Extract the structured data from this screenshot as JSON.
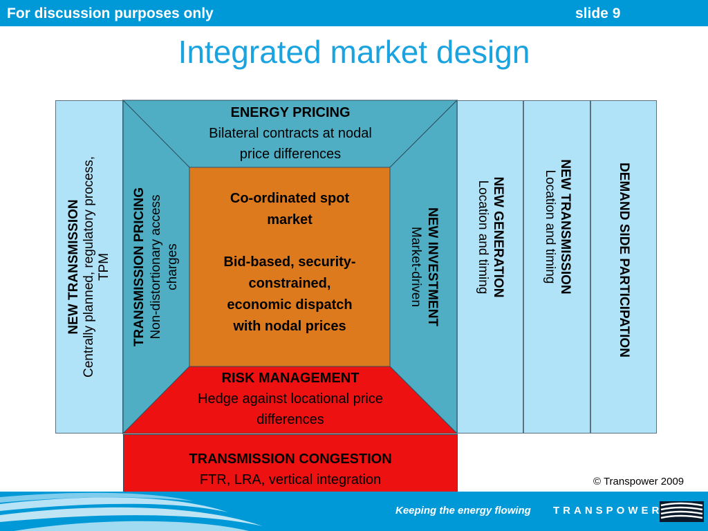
{
  "header": {
    "left_label": "For discussion purposes only",
    "slide_label": "slide 9"
  },
  "title": "Integrated market design",
  "diagram": {
    "new_transmission_left": {
      "heading": "NEW TRANSMISSION",
      "line1": "Centrally planned, regulatory process,",
      "line2": "TPM"
    },
    "transmission_pricing": {
      "heading": "TRANSMISSION PRICING",
      "line1": "Non-distortionary access",
      "line2": "charges"
    },
    "energy_pricing": {
      "heading": "ENERGY PRICING",
      "line1": "Bilateral contracts at nodal",
      "line2": "price differences"
    },
    "spot_market": {
      "line1": "Co-ordinated spot",
      "line2": "market",
      "line3": "Bid-based, security-",
      "line4": "constrained,",
      "line5": "economic dispatch",
      "line6": "with nodal prices"
    },
    "new_investment": {
      "heading": "NEW INVESTMENT",
      "line1": "Market-driven"
    },
    "risk_management": {
      "heading": "RISK MANAGEMENT",
      "line1": "Hedge against locational price",
      "line2": "differences"
    },
    "transmission_congestion": {
      "heading": "TRANSMISSION CONGESTION",
      "line1": "FTR, LRA, vertical integration"
    },
    "new_generation": {
      "heading": "NEW GENERATION",
      "line1": "Location and timing"
    },
    "new_transmission_right": {
      "heading": "NEW TRANSMISSION",
      "line1": "Location and timing"
    },
    "demand_side": {
      "heading": "DEMAND SIDE PARTICIPATION"
    }
  },
  "colors": {
    "light_blue": "#b0e2f8",
    "teal": "#4faec4",
    "orange": "#de7a1e",
    "red": "#ee1111",
    "brand_blue": "#0099d8"
  },
  "footer": {
    "copyright": "© Transpower 2009",
    "tagline": "Keeping the energy flowing",
    "brand": "TRANSPOWER"
  }
}
